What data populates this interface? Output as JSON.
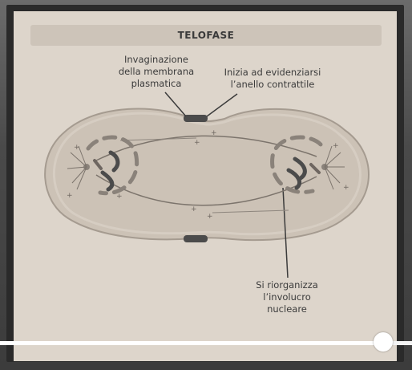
{
  "slide": {
    "title": "TELOFASE",
    "labels": {
      "invaginazione": [
        "Invaginazione",
        "della membrana",
        "plasmatica"
      ],
      "anello": [
        "Inizia ad evidenziarsi",
        "l’anello contrattile"
      ],
      "involucro": [
        "Si riorganizza",
        "l’involucro",
        "nucleare"
      ]
    }
  },
  "player": {
    "progress_fraction": 0.93
  },
  "colors": {
    "slide_bg": "#ddd5cb",
    "cell_fill": "#ccc2b6",
    "cell_stroke": "#a59b90",
    "structure_dark": "#4b4b4b",
    "structure_mid": "#8a827a",
    "progress": "#ffffff"
  }
}
